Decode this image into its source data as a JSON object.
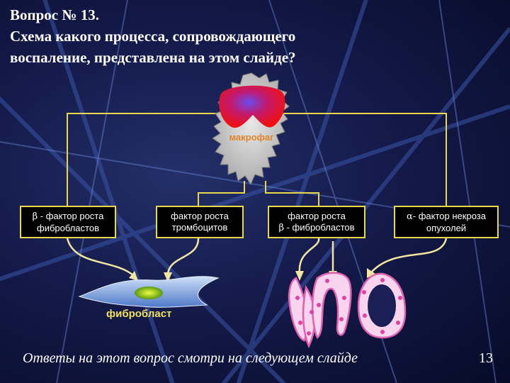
{
  "title": {
    "line1": "Вопрос № 13.",
    "line2": "Схема какого процесса, сопровождающего",
    "line3": "воспаление, представлена на этом слайде?"
  },
  "macrophage": {
    "label": "макрофаг"
  },
  "factors": [
    {
      "symbol": "β",
      "line1": " -  фактор роста",
      "line2": "фибробластов"
    },
    {
      "symbol": "",
      "line1": "фактор роста",
      "line2": "тромбоцитов"
    },
    {
      "symbol": "β",
      "line1": "фактор роста",
      "line2": " - фибробластов"
    },
    {
      "symbol": "α",
      "line1": "- фактор некроза",
      "line2": "опухолей"
    }
  ],
  "fibroblast": {
    "label": "фибробласт"
  },
  "footer": {
    "text": "Ответы на этот вопрос смотри на следующем слайде",
    "page_number": "13"
  },
  "colors": {
    "connector": "#e8d84a",
    "arrow": "#f2e6a0",
    "cell_membrane": "#e060b0",
    "cell_fill": "#f8d4ee"
  }
}
